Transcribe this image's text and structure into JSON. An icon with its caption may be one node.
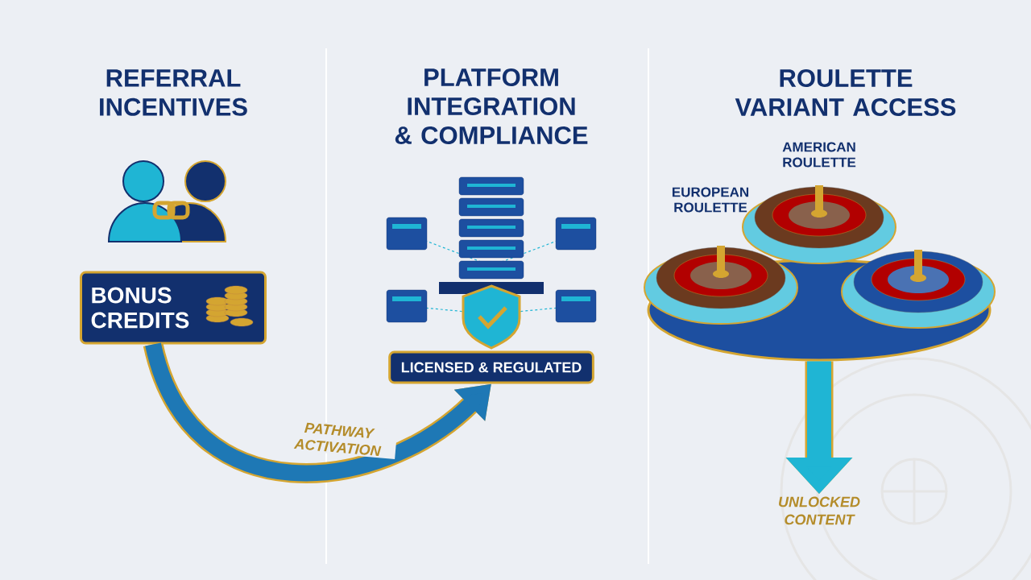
{
  "diagram": {
    "nodes": [
      {
        "text": [
          "BONUS CREDITS"
        ]
      },
      {
        "text": [
          "LICENSED & REGULATED"
        ]
      },
      {
        "text": [],
        "shape": "picture"
      },
      {
        "text": [
          "UNLOCKED CONTENT"
        ]
      }
    ],
    "edges": [
      {
        "from": 0,
        "to": 1,
        "arrow": "to",
        "label": "PATHWAY ACTIVATION"
      },
      {
        "from": 2,
        "to": 3,
        "arrow": "to"
      }
    ],
    "labels": [
      "REFERRAL INCENTIVES",
      "PLATFORM INTEGRATION & COMPLIANCE",
      "ROULETTE VARIANT ACCESS",
      "AMERICAN ROULETTE",
      "EUROPEAN ROULETTE"
    ]
  }
}
